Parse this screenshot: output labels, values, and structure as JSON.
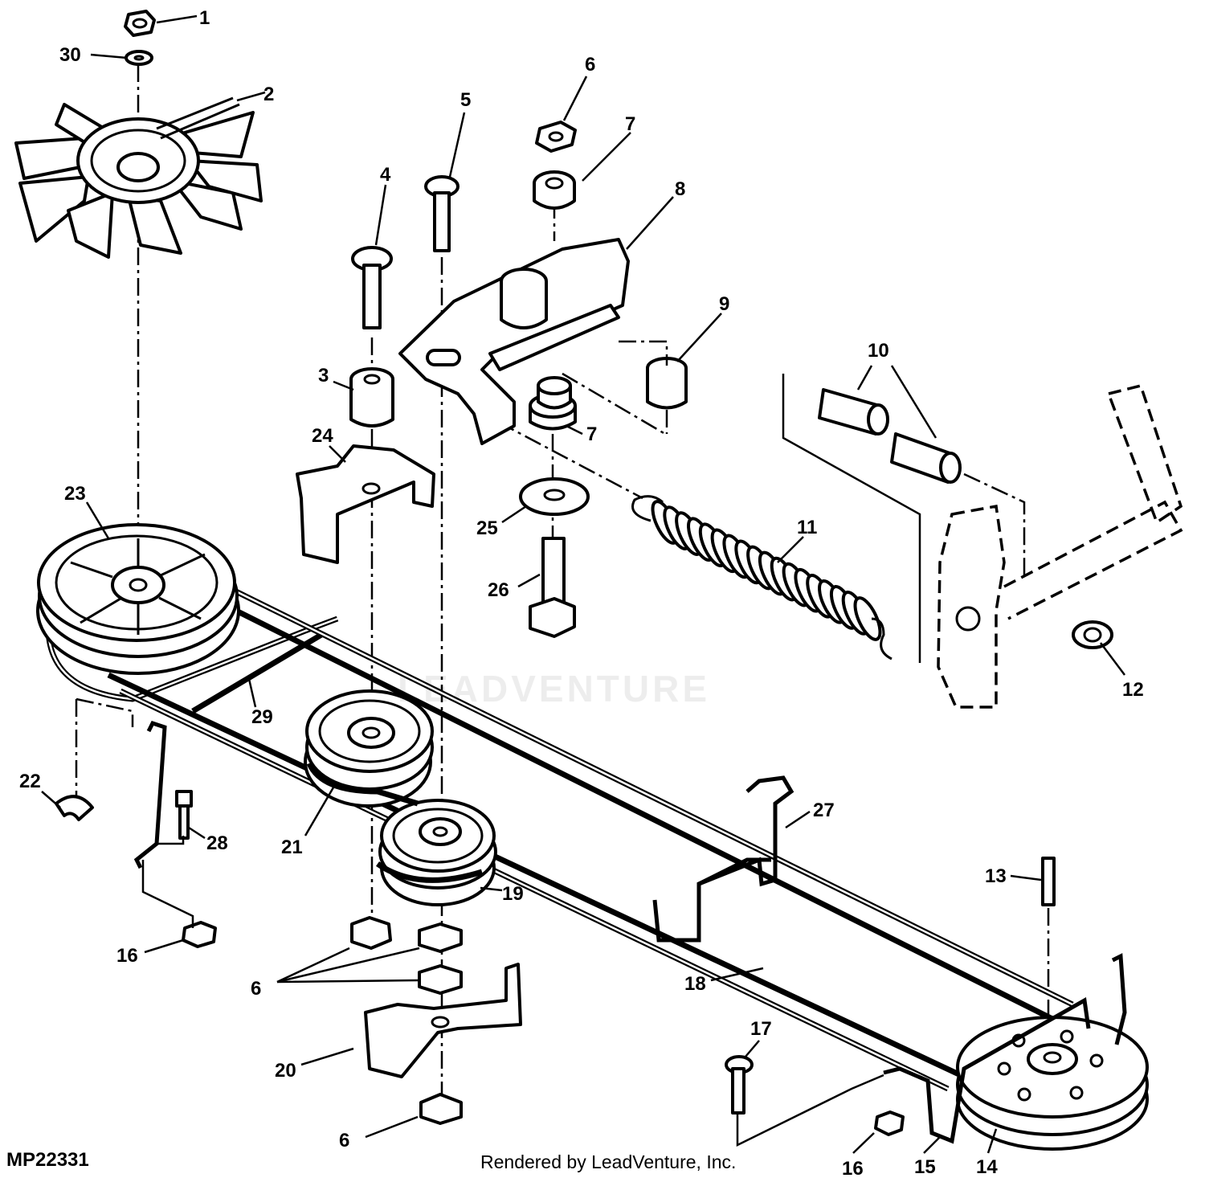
{
  "figure_id": "MP22331",
  "credit": "Rendered by LeadVenture, Inc.",
  "watermark": "LEADVENTURE",
  "callouts": {
    "c1": "1",
    "c2": "2",
    "c3": "3",
    "c4": "4",
    "c5": "5",
    "c6a": "6",
    "c6b": "6",
    "c6c": "6",
    "c7a": "7",
    "c7b": "7",
    "c8": "8",
    "c9": "9",
    "c10": "10",
    "c11": "11",
    "c12": "12",
    "c13": "13",
    "c14": "14",
    "c15": "15",
    "c16a": "16",
    "c16b": "16",
    "c17": "17",
    "c18": "18",
    "c19": "19",
    "c20": "20",
    "c21": "21",
    "c22": "22",
    "c23": "23",
    "c24": "24",
    "c25": "25",
    "c26": "26",
    "c27": "27",
    "c28": "28",
    "c29": "29",
    "c30": "30"
  },
  "colors": {
    "line": "#000000",
    "background": "#ffffff"
  }
}
